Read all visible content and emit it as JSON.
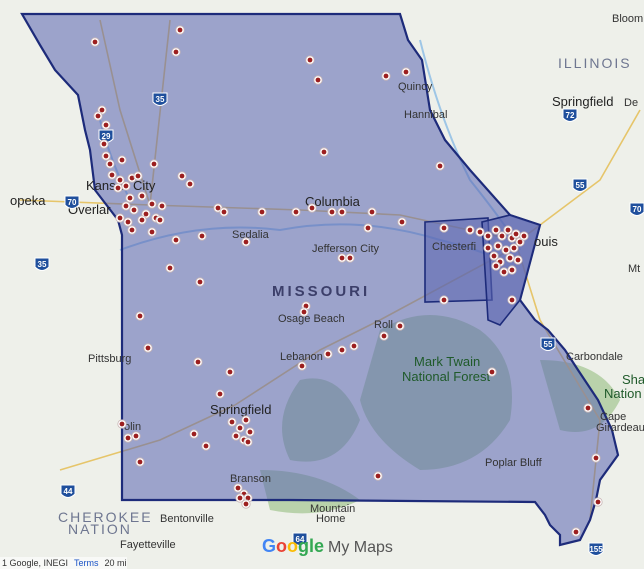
{
  "map": {
    "state_label": "MISSOURI",
    "neighbor_labels": {
      "illinois": "ILLINOIS",
      "cherokee_nation": "CHEROKEE\nNATION"
    },
    "cities": {
      "kansas_city": "Kansas City",
      "overland": "Overlar",
      "topeka": "opeka",
      "columbia": "Columbia",
      "jefferson_city": "Jefferson City",
      "sedalia": "Sedalia",
      "osage_beach": "Osage Beach",
      "lebanon": "Lebanon",
      "rolla": "Roll",
      "springfield_mo": "Springfield",
      "springfield_il": "Springfield",
      "joplin": "olin",
      "branson": "Branson",
      "pittsburg": "Pittsburg",
      "quincy": "Quincy",
      "hannibal": "Hannibal",
      "st_louis": "ouis",
      "chesterfield": "Chesterfi",
      "carbondale": "Carbondale",
      "cape_girardeau": "Cape Girardeau",
      "poplar_bluff": "Poplar Bluff",
      "mountain_home": "Mountain Home",
      "bentonville": "Bentonville",
      "fayetteville": "Fayetteville",
      "bloomington": "Bloom",
      "decatur": "De",
      "mt_vernon": "Mt"
    },
    "forest_label": "Mark Twain\nNational Forest",
    "shawnee_label": "Sha\nNation",
    "highways": [
      "35",
      "29",
      "70",
      "35",
      "44",
      "72",
      "55",
      "55",
      "155",
      "70",
      "64"
    ],
    "colors": {
      "region_fill": "#5a64b0",
      "region_stroke": "#1d2b7a",
      "marker": "#9c1f1f",
      "forest": "#b7cfa8"
    }
  },
  "branding": {
    "g1": "G",
    "g2": "o",
    "g3": "o",
    "g4": "gle",
    "product": "My Maps"
  },
  "footer": {
    "attribution": "1 Google, INEGI",
    "terms": "Terms",
    "scale": "20 mi"
  }
}
